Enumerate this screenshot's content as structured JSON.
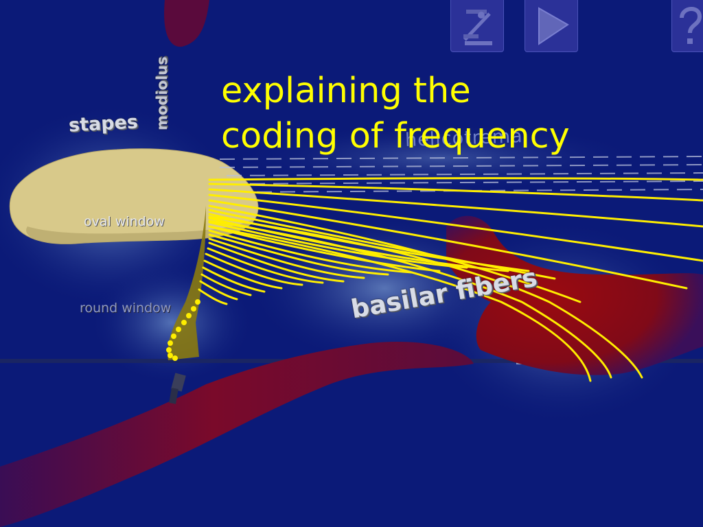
{
  "title": {
    "line1": "explaining the",
    "line2": "coding of frequency"
  },
  "labels": {
    "stapes": "stapes",
    "modiolus": "modiolus",
    "oval_window": "oval  window",
    "round_window": "round window",
    "helicotrema": "helicotrema",
    "basilar_fibers": "basilar fibers"
  },
  "toolbar": {
    "settings_icon": "person-sliders-icon",
    "play_icon": "play-icon",
    "help_icon": "question-icon"
  },
  "colors": {
    "background": "#0b1a78",
    "title": "#ffff00",
    "fibers": "#ffff00",
    "stapes": "#d8c98a",
    "basilar_membrane": "#8a0a18"
  }
}
